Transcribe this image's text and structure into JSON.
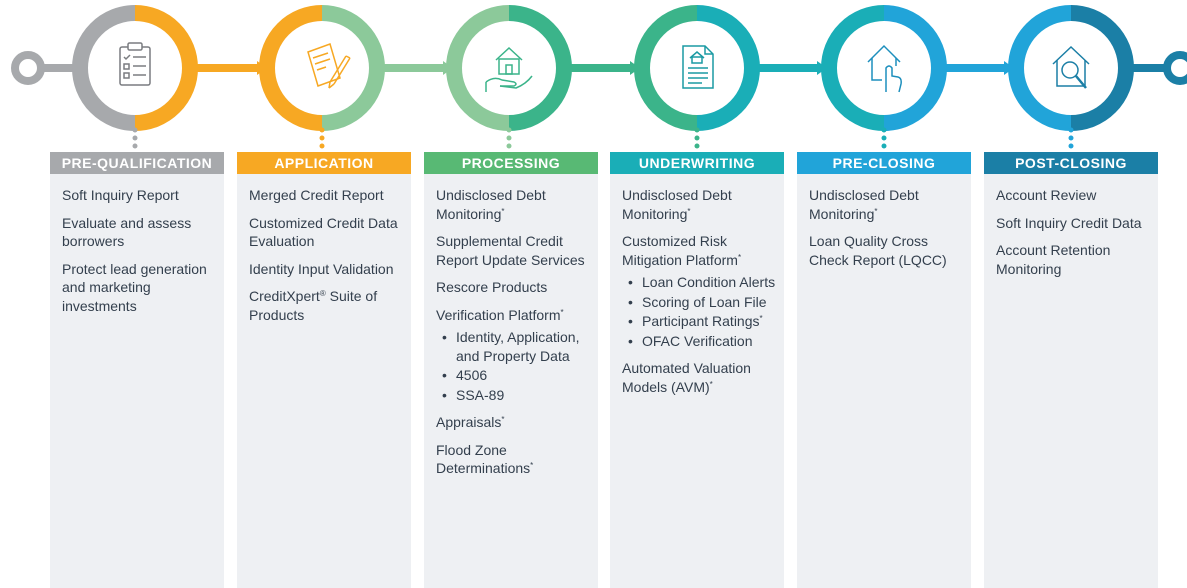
{
  "colors": {
    "pre_qualification": "#a7a9ac",
    "application": "#f7a823",
    "processing": "#58b974",
    "underwriting": "#1aaeb7",
    "pre_closing": "#21a4d9",
    "post_closing": "#1b7fa6",
    "panel_bg": "#eef0f3",
    "text": "#333f4d"
  },
  "stages": [
    {
      "id": "pre_qualification",
      "title": "PRE-QUALIFICATION",
      "icon": "clipboard-checklist-icon",
      "items": [
        {
          "text": "Soft Inquiry Report"
        },
        {
          "text": "Evaluate and assess borrowers"
        },
        {
          "text": "Protect lead generation and marketing investments"
        }
      ]
    },
    {
      "id": "application",
      "title": "APPLICATION",
      "icon": "document-pencil-icon",
      "items": [
        {
          "text": "Merged Credit Report"
        },
        {
          "text": "Customized Credit Data Evaluation"
        },
        {
          "text": "Identity Input Validation"
        },
        {
          "text": "CreditXpert® Suite of Products"
        }
      ]
    },
    {
      "id": "processing",
      "title": "PROCESSING",
      "icon": "house-in-hand-icon",
      "items": [
        {
          "text": "Undisclosed Debt Monitoring*"
        },
        {
          "text": "Supplemental Credit Report Update Services"
        },
        {
          "text": "Rescore Products"
        },
        {
          "text": "Verification Platform*",
          "subs": [
            "Identity, Application, and Property Data",
            "4506",
            "SSA-89"
          ]
        },
        {
          "text": "Appraisals*"
        },
        {
          "text": "Flood Zone Determinations*"
        }
      ]
    },
    {
      "id": "underwriting",
      "title": "UNDERWRITING",
      "icon": "house-document-icon",
      "items": [
        {
          "text": "Undisclosed Debt Monitoring*"
        },
        {
          "text": "Customized Risk Mitigation Platform*",
          "subs": [
            "Loan Condition Alerts",
            "Scoring of Loan File",
            "Participant Ratings*",
            "OFAC Verification"
          ]
        },
        {
          "text": "Automated Valuation Models (AVM)*"
        }
      ]
    },
    {
      "id": "pre_closing",
      "title": "PRE-CLOSING",
      "icon": "house-click-icon",
      "items": [
        {
          "text": "Undisclosed Debt Monitoring*"
        },
        {
          "text": "Loan Quality Cross Check Report (LQCC)"
        }
      ]
    },
    {
      "id": "post_closing",
      "title": "POST-CLOSING",
      "icon": "house-magnifier-icon",
      "items": [
        {
          "text": "Account Review"
        },
        {
          "text": "Soft Inquiry Credit Data"
        },
        {
          "text": "Account Retention Monitoring"
        }
      ]
    }
  ]
}
